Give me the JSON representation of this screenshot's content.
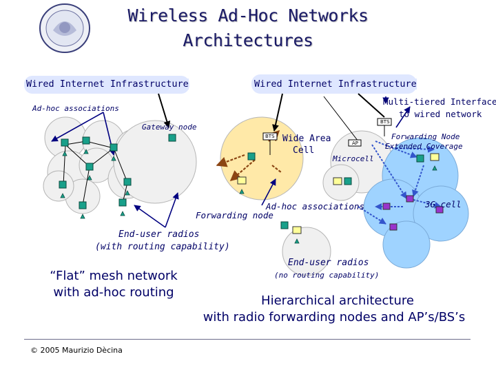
{
  "title": {
    "line1": "Wireless Ad-Hoc Networks",
    "line2": "Architectures"
  },
  "infrastructure": {
    "left": "Wired Internet Infrastructure",
    "right": "Wired Internet Infrastructure"
  },
  "labels": {
    "adhoc_associations_top": "Ad-hoc associations",
    "multitier_line1": "Multi-tiered Interfaces",
    "multitier_line2": "to wired network",
    "gateway_node": "Gateway node",
    "bts1": "BTS",
    "bts2": "BTS",
    "wide_area_line1": "Wide Area",
    "wide_area_line2": "Cell",
    "ap": "AP",
    "microcell": "Microcell",
    "forwarding_node_right": "Forwarding Node",
    "extended_coverage": "Extended Coverage",
    "cell_3g": "3G cell",
    "adhoc_associations_mid": "Ad-hoc associations",
    "forwarding_node_mid": "Forwarding node",
    "end_user_radios_line1": "End-user radios",
    "end_user_radios_line2": "(with routing capability)",
    "end_user_radios_right_line1": "End-user radios",
    "end_user_radios_right_line2": "(no routing capability)"
  },
  "captions": {
    "flat_line1": "“Flat” mesh network",
    "flat_line2": "with ad-hoc routing",
    "hier_line1": "Hierarchical architecture",
    "hier_line2": "with radio forwarding nodes and AP’s/BS’s"
  },
  "footer": {
    "copyright": "© 2005 Maurizio Dècina"
  },
  "colors": {
    "title": "#1a1a66",
    "text": "#000066",
    "cell_fill": "#f0f0f0",
    "wide_cell_fill": "#ffe9a8",
    "cell3g_fill": "#9fd3ff",
    "infra_fill": "#dfe7ff",
    "arrow_dark": "#000080",
    "arrow_brown": "#8b4513",
    "node_green": "#19a08a",
    "node_yellow": "#ffff99"
  }
}
